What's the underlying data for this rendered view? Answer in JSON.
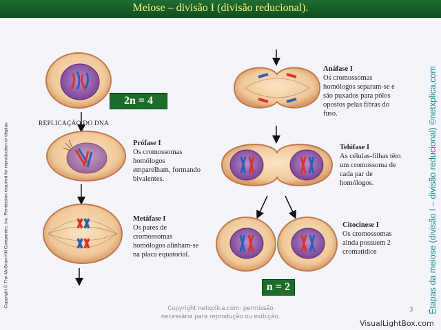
{
  "header": {
    "title": "Meiose – divisão I (divisão reducional)."
  },
  "left_copyright": "Copyright © The McGraw-Hill Companies, Inc. Permission required for reproduction or display.",
  "side_caption": "Etapas da meiose (divisão I – divisão reducional) ©netxplica.com",
  "badges": {
    "diploid": "2n = 4",
    "haploid": "n = 2"
  },
  "replication_label": "REPLICAÇÃO DO DNA",
  "stages": {
    "prophase": {
      "heading": "Prófase I",
      "lines": [
        "Os cromossomas",
        "homólogos",
        "emparelham, formando",
        "bivalentes."
      ]
    },
    "metaphase": {
      "heading": "Metáfase I",
      "lines": [
        "Os pares de",
        "cromossomas",
        "homólogos alinham-se",
        "na placa equatorial."
      ]
    },
    "anaphase": {
      "heading": "Anáfase I",
      "lines": [
        "Os cromossomas",
        "homólogos separam-se e",
        "são puxados para pólos",
        "opostos pelas fibras do",
        "fuso."
      ]
    },
    "telophase": {
      "heading": "Telófase I",
      "lines": [
        "As células-filhas têm",
        "um cromossoma de",
        "cada par de",
        "homólogos."
      ]
    },
    "cytokinesis": {
      "heading": "Citocinese I",
      "lines": [
        "Os cromossomas",
        "ainda possuem 2",
        "cromatídios"
      ]
    }
  },
  "footer": {
    "line1": "Copyright netxplica.com: permissão",
    "line2": "necessária para reprodução ou exibição."
  },
  "page_number": "3",
  "watermark": "VisualLightBox.com",
  "colors": {
    "title_bar": "#1a6b2c",
    "title_text": "#fff27a",
    "badge": "#1d6d2a",
    "side_text": "#1a8a8c",
    "chromosome_red": "#d9332b",
    "chromosome_blue": "#2a5fb8",
    "cell_fill": "#f2cfa0",
    "nucleus_fill": "#8a4fa6"
  }
}
